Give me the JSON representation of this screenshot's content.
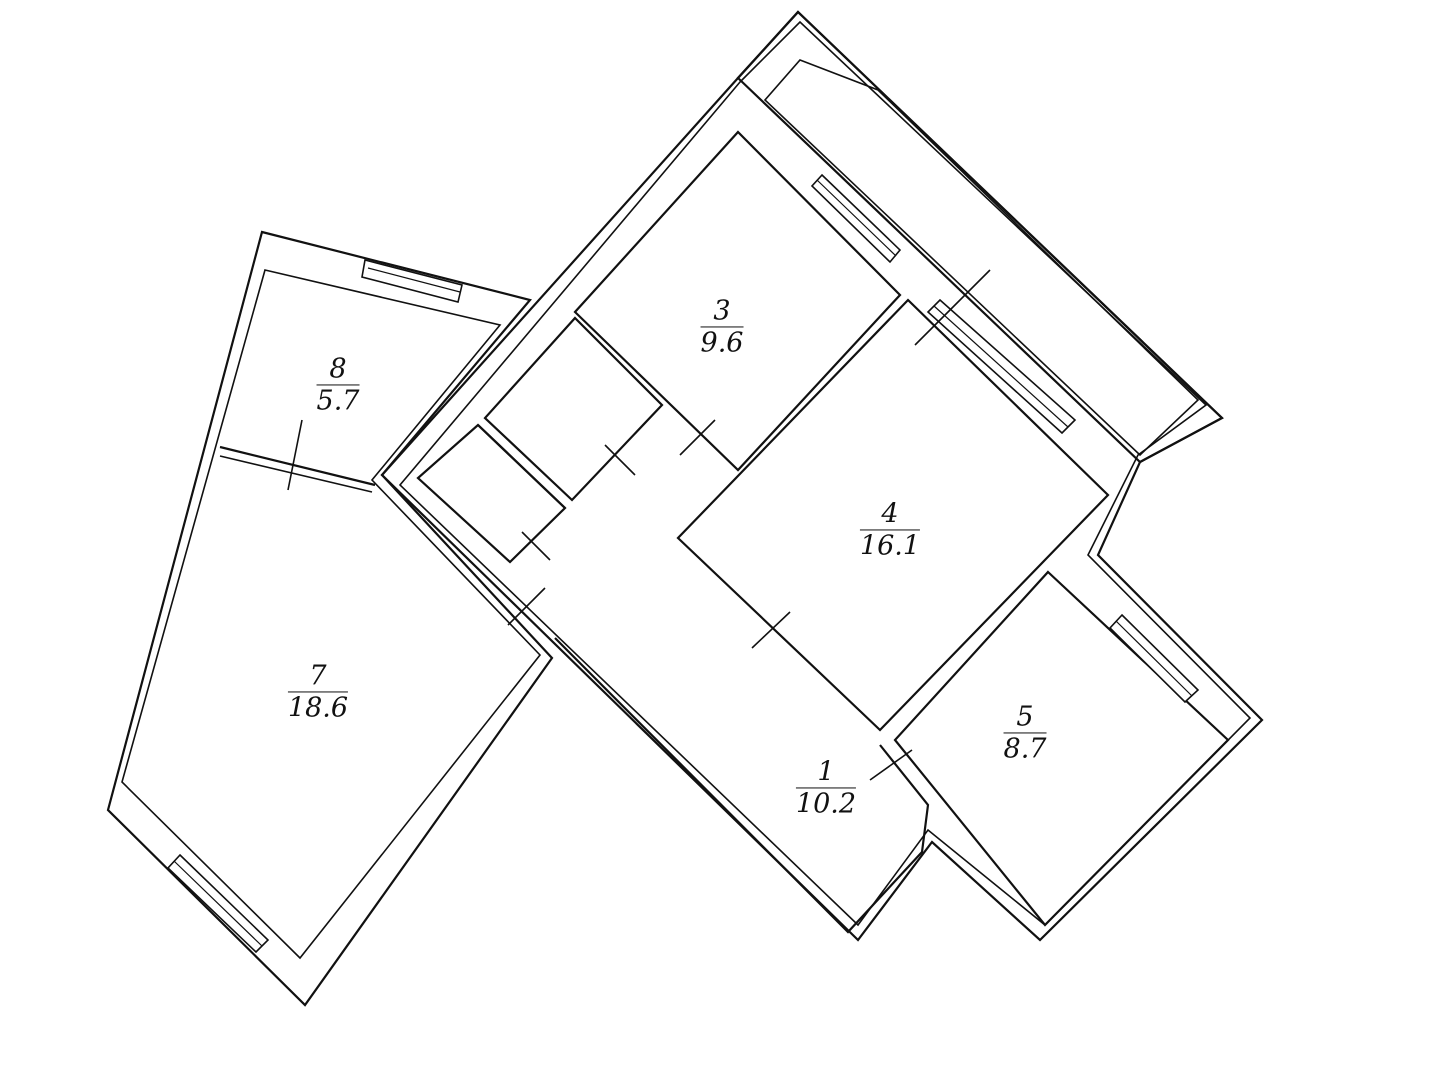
{
  "rooms": [
    {
      "number": "1",
      "area": "10.2"
    },
    {
      "number": "3",
      "area": "9.6"
    },
    {
      "number": "4",
      "area": "16.1"
    },
    {
      "number": "5",
      "area": "8.7"
    },
    {
      "number": "7",
      "area": "18.6"
    },
    {
      "number": "8",
      "area": "5.7"
    }
  ]
}
